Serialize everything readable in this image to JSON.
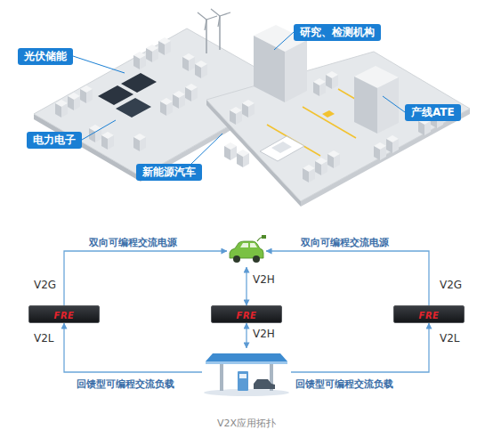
{
  "diagram": {
    "caption": "V2X应用拓扑",
    "nodes": [
      {
        "text": [
          "研究、检测机构"
        ]
      },
      {
        "text": [
          "光伏储能"
        ]
      },
      {
        "text": [
          "产线ATE"
        ]
      },
      {
        "text": [
          "电力电子"
        ]
      },
      {
        "text": [
          "新能源汽车"
        ]
      },
      {
        "text": []
      },
      {
        "text": [
          "FRE"
        ]
      },
      {
        "text": [
          "FRE"
        ]
      },
      {
        "text": [
          "FRE"
        ]
      },
      {
        "text": []
      }
    ],
    "edges": [
      {
        "from": 6,
        "to": 5,
        "arrow": "to",
        "label": "V2G"
      },
      {
        "from": 8,
        "to": 5,
        "arrow": "to",
        "label": "V2G"
      },
      {
        "from": 5,
        "to": 7,
        "arrow": "both",
        "label": "V2H"
      },
      {
        "from": 7,
        "to": 9,
        "arrow": "both",
        "label": "V2H"
      },
      {
        "from": 9,
        "to": 6,
        "arrow": "to",
        "label": "V2L"
      },
      {
        "from": 9,
        "to": 8,
        "arrow": "to",
        "label": "V2L"
      }
    ],
    "labels": [
      "双向可编程交流电源",
      "双向可编程交流电源",
      "回馈型可编程交流负载",
      "回馈型可编程交流负载"
    ]
  }
}
